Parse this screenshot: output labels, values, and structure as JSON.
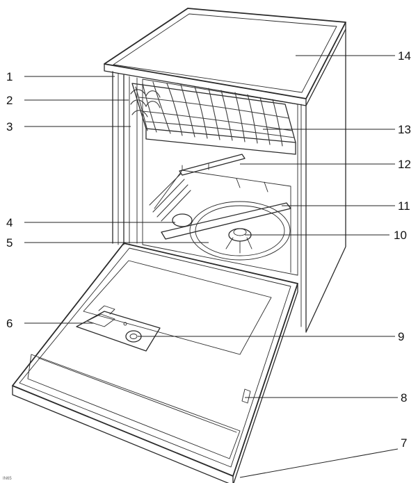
{
  "callouts": [
    {
      "id": "c1",
      "label": "1"
    },
    {
      "id": "c2",
      "label": "2"
    },
    {
      "id": "c3",
      "label": "3"
    },
    {
      "id": "c4",
      "label": "4"
    },
    {
      "id": "c5",
      "label": "5"
    },
    {
      "id": "c6",
      "label": "6"
    },
    {
      "id": "c7",
      "label": "7"
    },
    {
      "id": "c8",
      "label": "8"
    },
    {
      "id": "c9",
      "label": "9"
    },
    {
      "id": "c10",
      "label": "10"
    },
    {
      "id": "c11",
      "label": "11"
    },
    {
      "id": "c12",
      "label": "12"
    },
    {
      "id": "c13",
      "label": "13"
    },
    {
      "id": "c14",
      "label": "14"
    }
  ],
  "corner_code": "IN65"
}
